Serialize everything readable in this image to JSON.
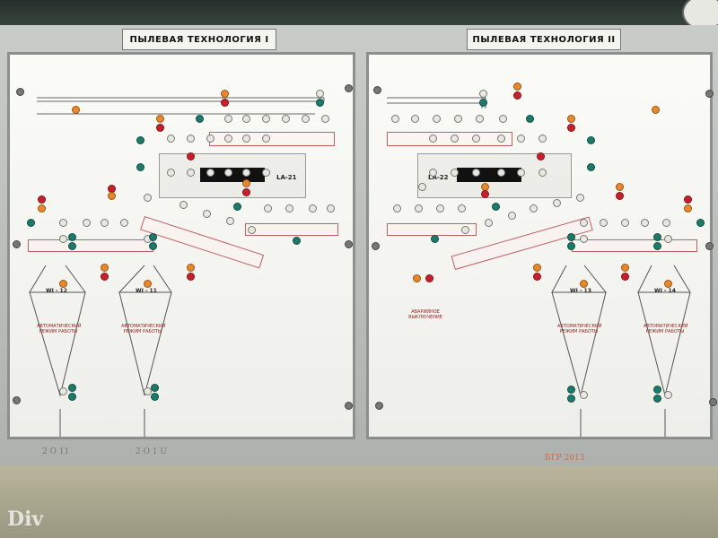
{
  "panels": {
    "left": {
      "title": "ПЫЛЕВАЯ ТЕХНОЛОГИЯ  I",
      "display_label": "LA-21",
      "silo_a": "WI - 12",
      "silo_b": "WI - 11",
      "mode_text": "АВТОМАТИЧЕСКИЙ РЕЖИМ РАБОТЫ",
      "handwriting": [
        "2 О 11",
        "2 О 1 U"
      ]
    },
    "right": {
      "title": "ПЫЛЕВАЯ ТЕХНОЛОГИЯ  II",
      "display_label": "LA-22",
      "silo_a": "WI - 13",
      "silo_b": "WI - 14",
      "mode_text": "АВТОМАТИЧЕСКИЙ РЕЖИМ РАБОТЫ",
      "alarm_text": "АВАРИЙНОЕ ВЫКЛЮЧЕНИЕ",
      "handwriting": [
        "БГР 2013"
      ]
    }
  },
  "watermark": "Div",
  "colors": {
    "panel": "#f4f4f0",
    "lamp_orange": "#e8882a",
    "lamp_red": "#c8202a",
    "lamp_green": "#1d7a6a",
    "belt_line": "#c06060"
  }
}
